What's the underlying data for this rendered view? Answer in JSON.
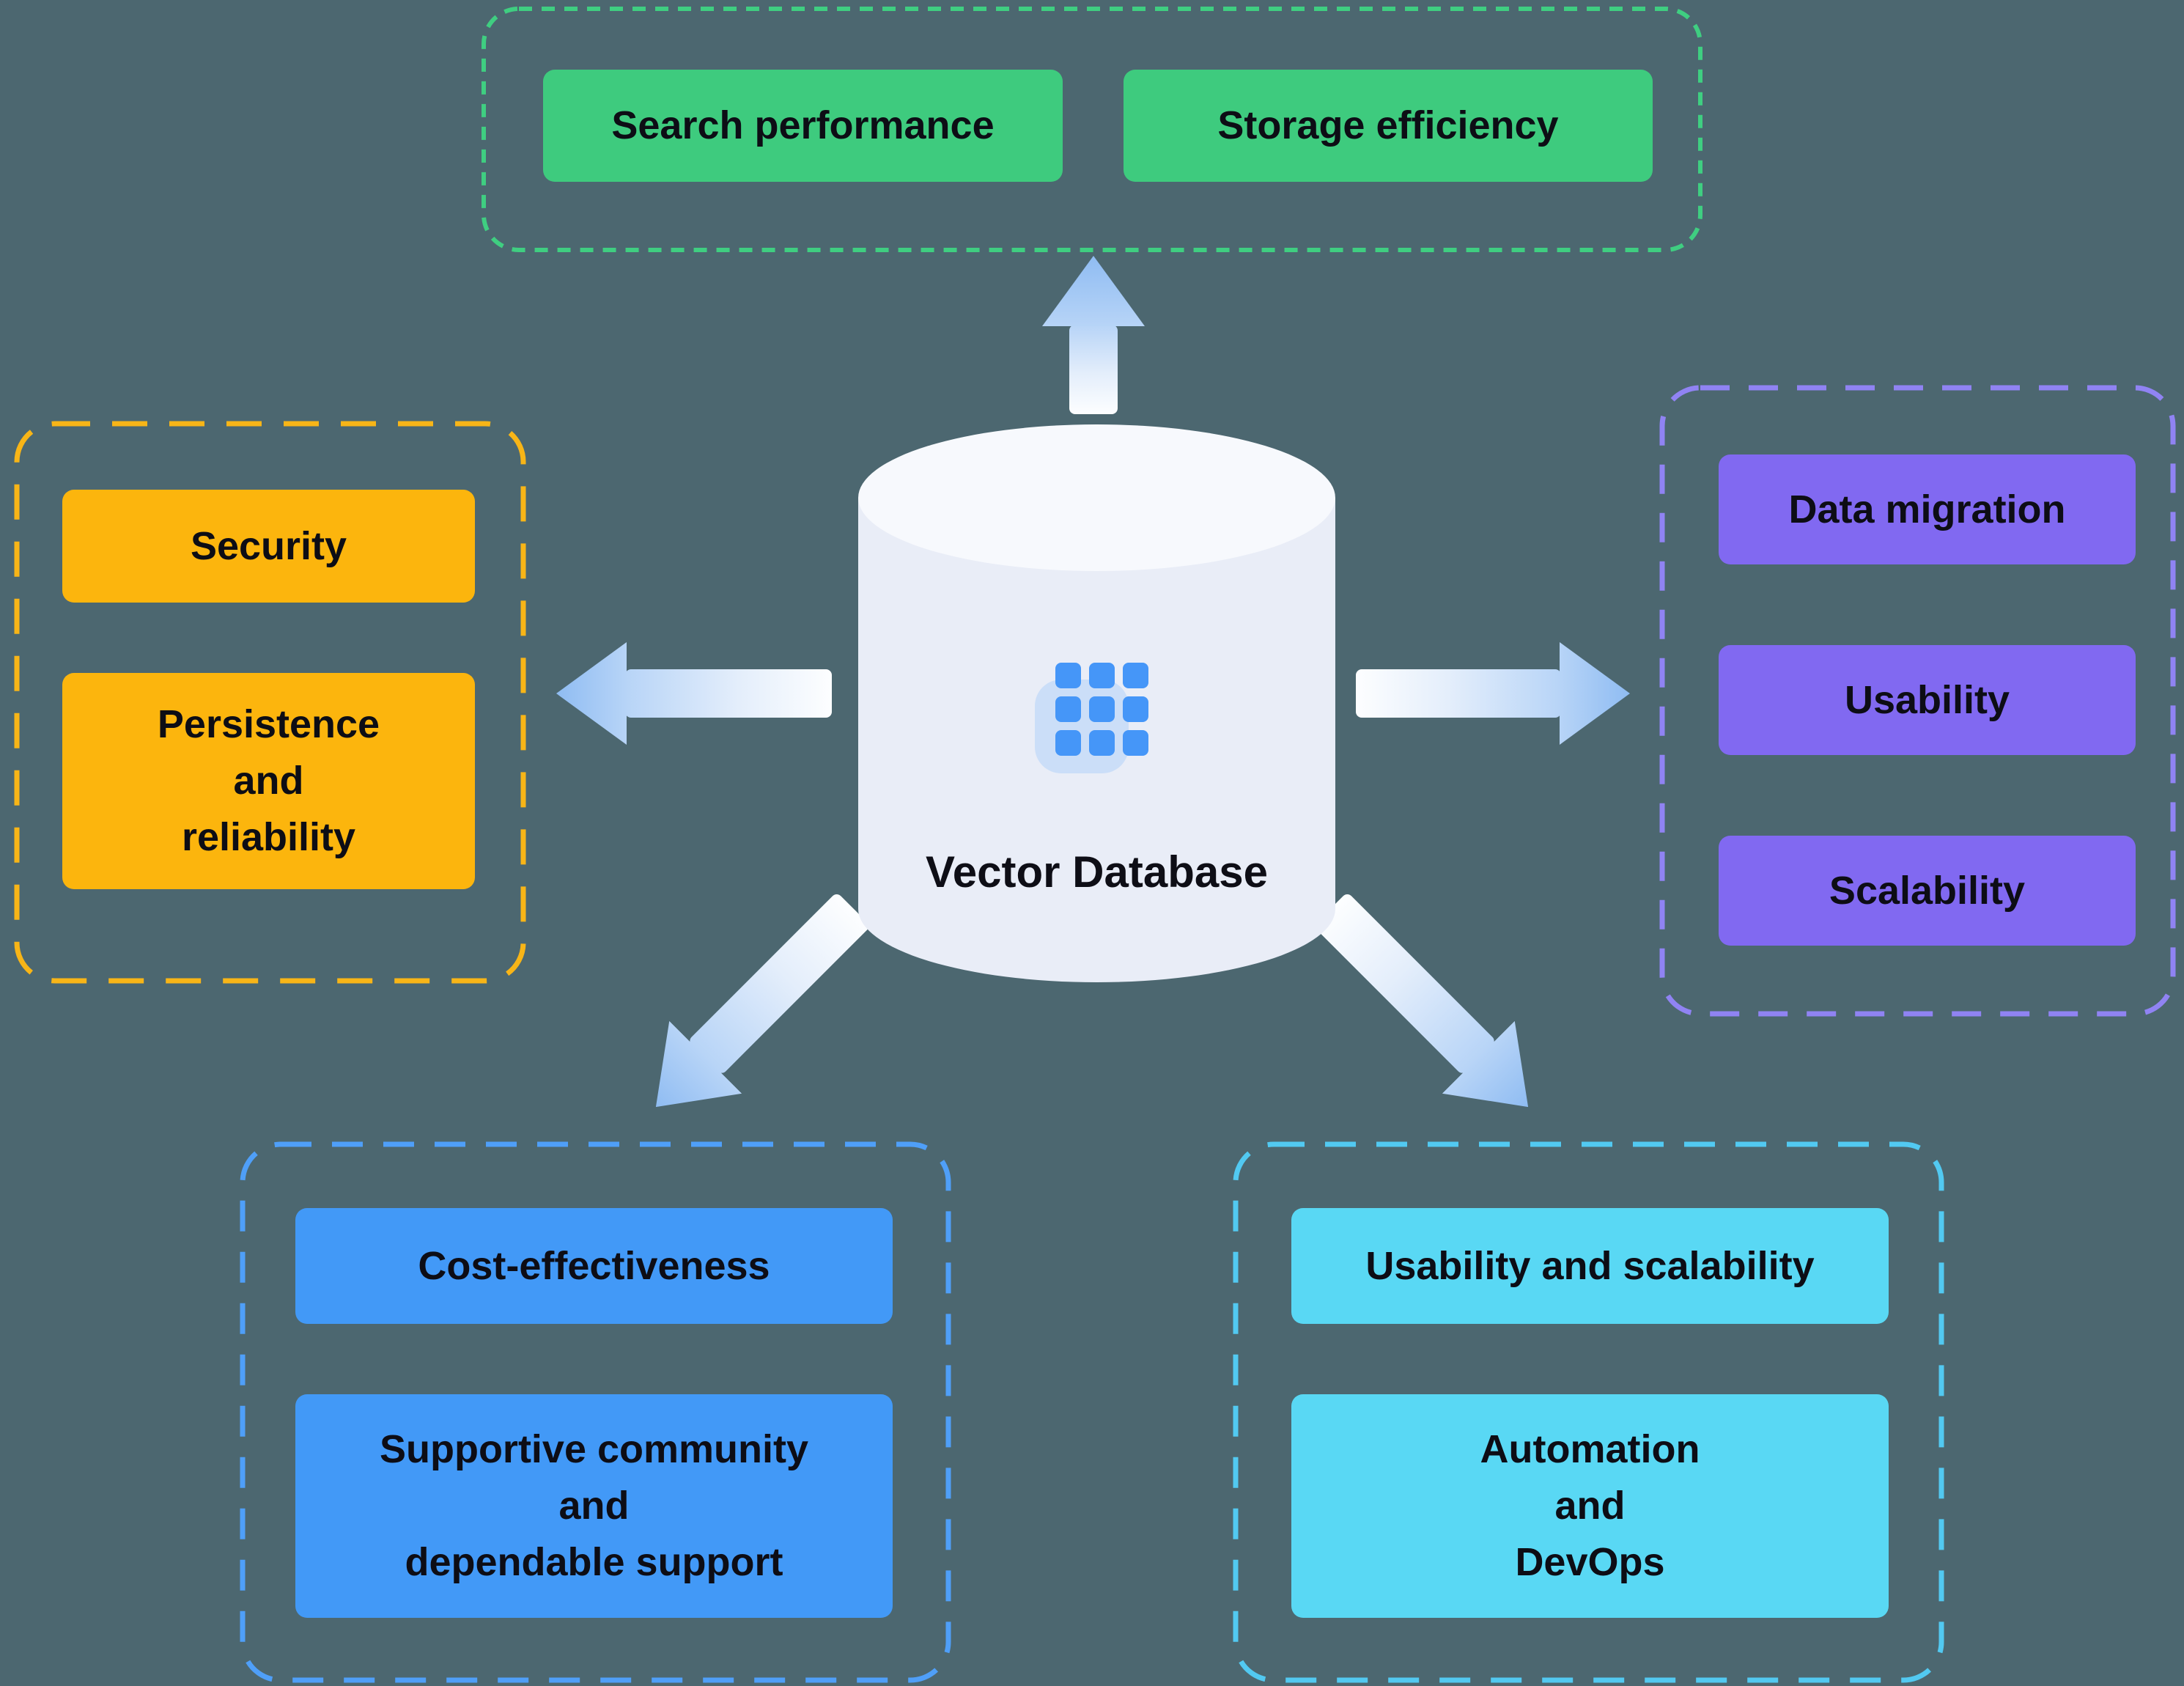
{
  "title": "Vector Database evaluation criteria diagram",
  "background_color": "#4c6770",
  "center": {
    "label": "Vector Database",
    "icon": "grid-database-icon",
    "cylinder_fill": "#e9edf7",
    "cylinder_top_fill": "#f7f9fd",
    "icon_color": "#4596f8",
    "icon_backdrop_color": "#cbdef8"
  },
  "arrows": {
    "gradient_start": "#fdfeff",
    "gradient_end": "#8fbcf2",
    "directions": [
      "up",
      "left",
      "right",
      "down-left",
      "down-right"
    ]
  },
  "groups": {
    "top": {
      "border_color": "#3fce81",
      "fill": "#3ecb7e",
      "buttons": [
        {
          "label": "Search performance"
        },
        {
          "label": "Storage efficiency"
        }
      ]
    },
    "left": {
      "border_color": "#f8b517",
      "fill": "#fcb50d",
      "buttons": [
        {
          "label": "Security"
        },
        {
          "label": "Persistence\nand\nreliability"
        }
      ]
    },
    "right": {
      "border_color": "#9083f3",
      "fill": "#8169f1",
      "buttons": [
        {
          "label": "Data migration"
        },
        {
          "label": "Usability"
        },
        {
          "label": "Scalability"
        }
      ]
    },
    "bottom_left": {
      "border_color": "#4f9ff8",
      "fill": "#4299f7",
      "buttons": [
        {
          "label": "Cost-effectiveness"
        },
        {
          "label": "Supportive community\nand\ndependable support"
        }
      ]
    },
    "bottom_right": {
      "border_color": "#52c9f1",
      "fill": "#59d8f4",
      "buttons": [
        {
          "label": "Usability and scalability"
        },
        {
          "label": "Automation\nand\nDevOps"
        }
      ]
    }
  }
}
